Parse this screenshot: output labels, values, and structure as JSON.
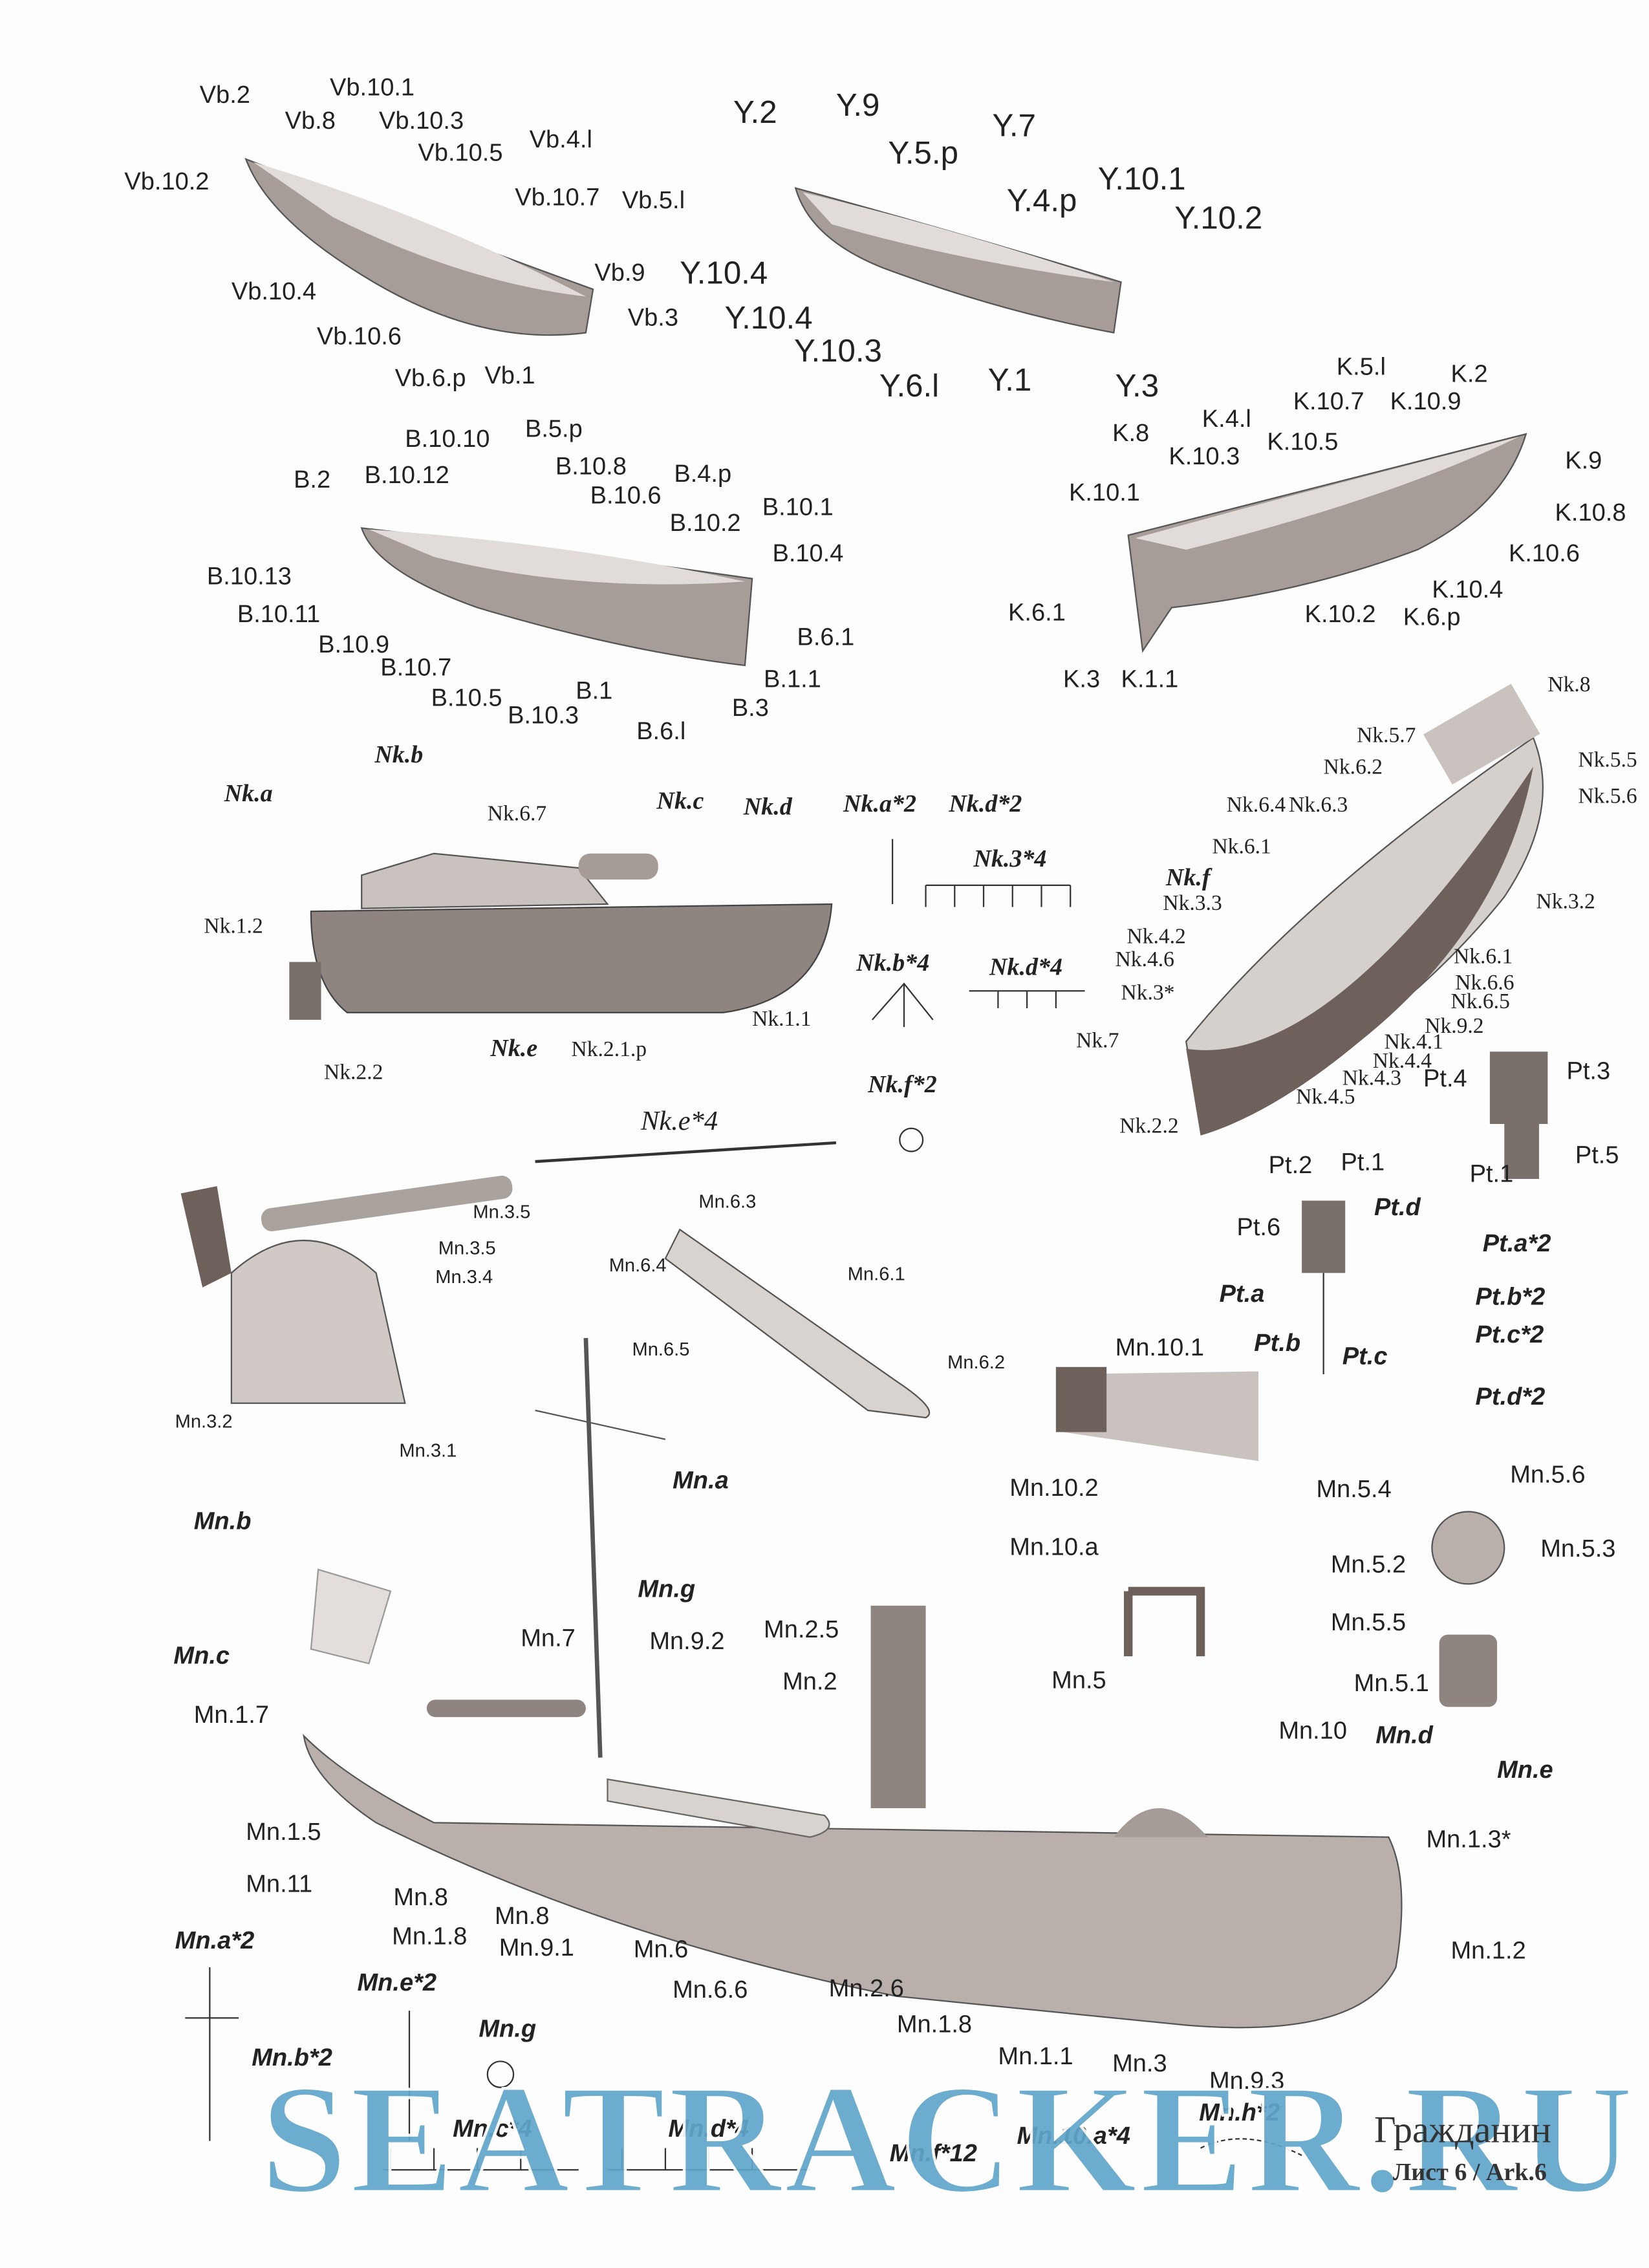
{
  "colors": {
    "hull_dark": "#6e615c",
    "hull_light": "#b9b0ab",
    "deck": "#d8d2cf",
    "watermark": "#5fa6cc"
  },
  "boat_vb": {
    "labels": [
      "Vb.2",
      "Vb.10.1",
      "Vb.8",
      "Vb.10.3",
      "Vb.10.2",
      "Vb.10.5",
      "Vb.4.l",
      "Vb.10.7",
      "Vb.5.l",
      "Vb.9",
      "Vb.10.4",
      "Vb.3",
      "Vb.10.6",
      "Vb.6.p",
      "Vb.1"
    ]
  },
  "boat_y": {
    "labels": [
      "Y.2",
      "Y.9",
      "Y.5.p",
      "Y.7",
      "Y.4.p",
      "Y.10.1",
      "Y.10.2",
      "Y.10.4",
      "Y.10.4",
      "Y.10.3",
      "Y.6.l",
      "Y.1",
      "Y.3"
    ]
  },
  "boat_b": {
    "labels": [
      "B.5.p",
      "B.10.10",
      "B.2",
      "B.10.12",
      "B.10.8",
      "B.4.p",
      "B.10.6",
      "B.10.2",
      "B.10.1",
      "B.10.13",
      "B.10.4",
      "B.10.11",
      "B.10.9",
      "B.6.1",
      "B.10.7",
      "B.1",
      "B.1.1",
      "B.10.5",
      "B.10.3",
      "B.3",
      "B.6.l"
    ]
  },
  "boat_k": {
    "labels": [
      "K.5.l",
      "K.2",
      "K.10.7",
      "K.10.9",
      "K.4.l",
      "K.8",
      "K.10.5",
      "K.9",
      "K.10.3",
      "K.10.1",
      "K.10.8",
      "K.10.6",
      "K.6.1",
      "K.10.4",
      "K.10.2",
      "K.6.p",
      "K.3",
      "K.1.1"
    ]
  },
  "launch_side": {
    "labels": [
      "Nk.a",
      "Nk.b",
      "Nk.c",
      "Nk.d",
      "Nk.e"
    ],
    "plain": [
      "Nk.6.7",
      "Nk.1.2",
      "Nk.1.1",
      "Nk.2.2",
      "Nk.2.1.p"
    ]
  },
  "launch_parts": {
    "labels": [
      "Nk.a*2",
      "Nk.d*2",
      "Nk.3*4",
      "Nk.b*4",
      "Nk.d*4",
      "Nk.f*2"
    ],
    "rail": "Nk.e*4"
  },
  "launch_iso": {
    "labels": [
      "Nk.8",
      "Nk.5.7",
      "Nk.5.5",
      "Nk.6.2",
      "Nk.5.6",
      "Nk.6.4",
      "Nk.6.3",
      "Nk.6.1",
      "Nk.3.3",
      "Nk.3.2",
      "Nk.4.2",
      "Nk.4.6",
      "Nk.6.1",
      "Nk.3*",
      "Nk.6.6",
      "Nk.6.5",
      "Nk.7",
      "Nk.9.2",
      "Nk.4.1",
      "Nk.4.4",
      "Nk.4.3",
      "Nk.4.5",
      "Nk.2.2"
    ],
    "bold": "Nk.f"
  },
  "rudder": {
    "labels": [
      "Pt.4",
      "Pt.3",
      "Pt.1",
      "Pt.5",
      "Pt.2",
      "Pt.1",
      "Pt.6"
    ],
    "bold": [
      "Pt.d",
      "Pt.a",
      "Pt.b",
      "Pt.c",
      "Pt.a*2",
      "Pt.b*2",
      "Pt.c*2",
      "Pt.d*2"
    ]
  },
  "gun": {
    "labels": [
      "Mn.3.5",
      "Mn.3.5",
      "Mn.3.4",
      "Mn.3.2",
      "Mn.3.1"
    ]
  },
  "torpedo": {
    "labels": [
      "Mn.6.3",
      "Mn.6.4",
      "Mn.6.1",
      "Mn.6.5",
      "Mn.6.2"
    ]
  },
  "misc": {
    "labels": [
      "Mn.10.1",
      "Mn.10.2",
      "Mn.10.a",
      "Mn.5.4",
      "Mn.5.6",
      "Mn.5.2",
      "Mn.5.3",
      "Mn.5.5",
      "Mn.5.1"
    ],
    "mast": "Mn.a"
  },
  "main_ship": {
    "labels": [
      "Mn.9.2",
      "Mn.2.5",
      "Mn.7",
      "Mn.2",
      "Mn.5",
      "Mn.1.7",
      "Mn.10",
      "Mn.1.5",
      "Mn.1.3*",
      "Mn.11",
      "Mn.8",
      "Mn.1.8",
      "Mn.8",
      "Mn.9.1",
      "Mn.6",
      "Mn.1.2",
      "Mn.6.6",
      "Mn.2.6",
      "Mn.1.8",
      "Mn.1.1",
      "Mn.3",
      "Mn.9.3"
    ],
    "bold": [
      "Mn.b",
      "Mn.g",
      "Mn.c",
      "Mn.d",
      "Mn.e"
    ]
  },
  "small_parts": {
    "labels": [
      "Mn.a*2",
      "Mn.e*2",
      "Mn.g",
      "Mn.b*2",
      "Mn.c*4",
      "Mn.d*4",
      "Mn.f*12",
      "Mn.10.a*4",
      "Mn.h*2"
    ]
  },
  "footer": {
    "title": "Гражданин",
    "sheet": "Лист 6 / Ark.6",
    "watermark": "SEATRACKER.RU"
  }
}
